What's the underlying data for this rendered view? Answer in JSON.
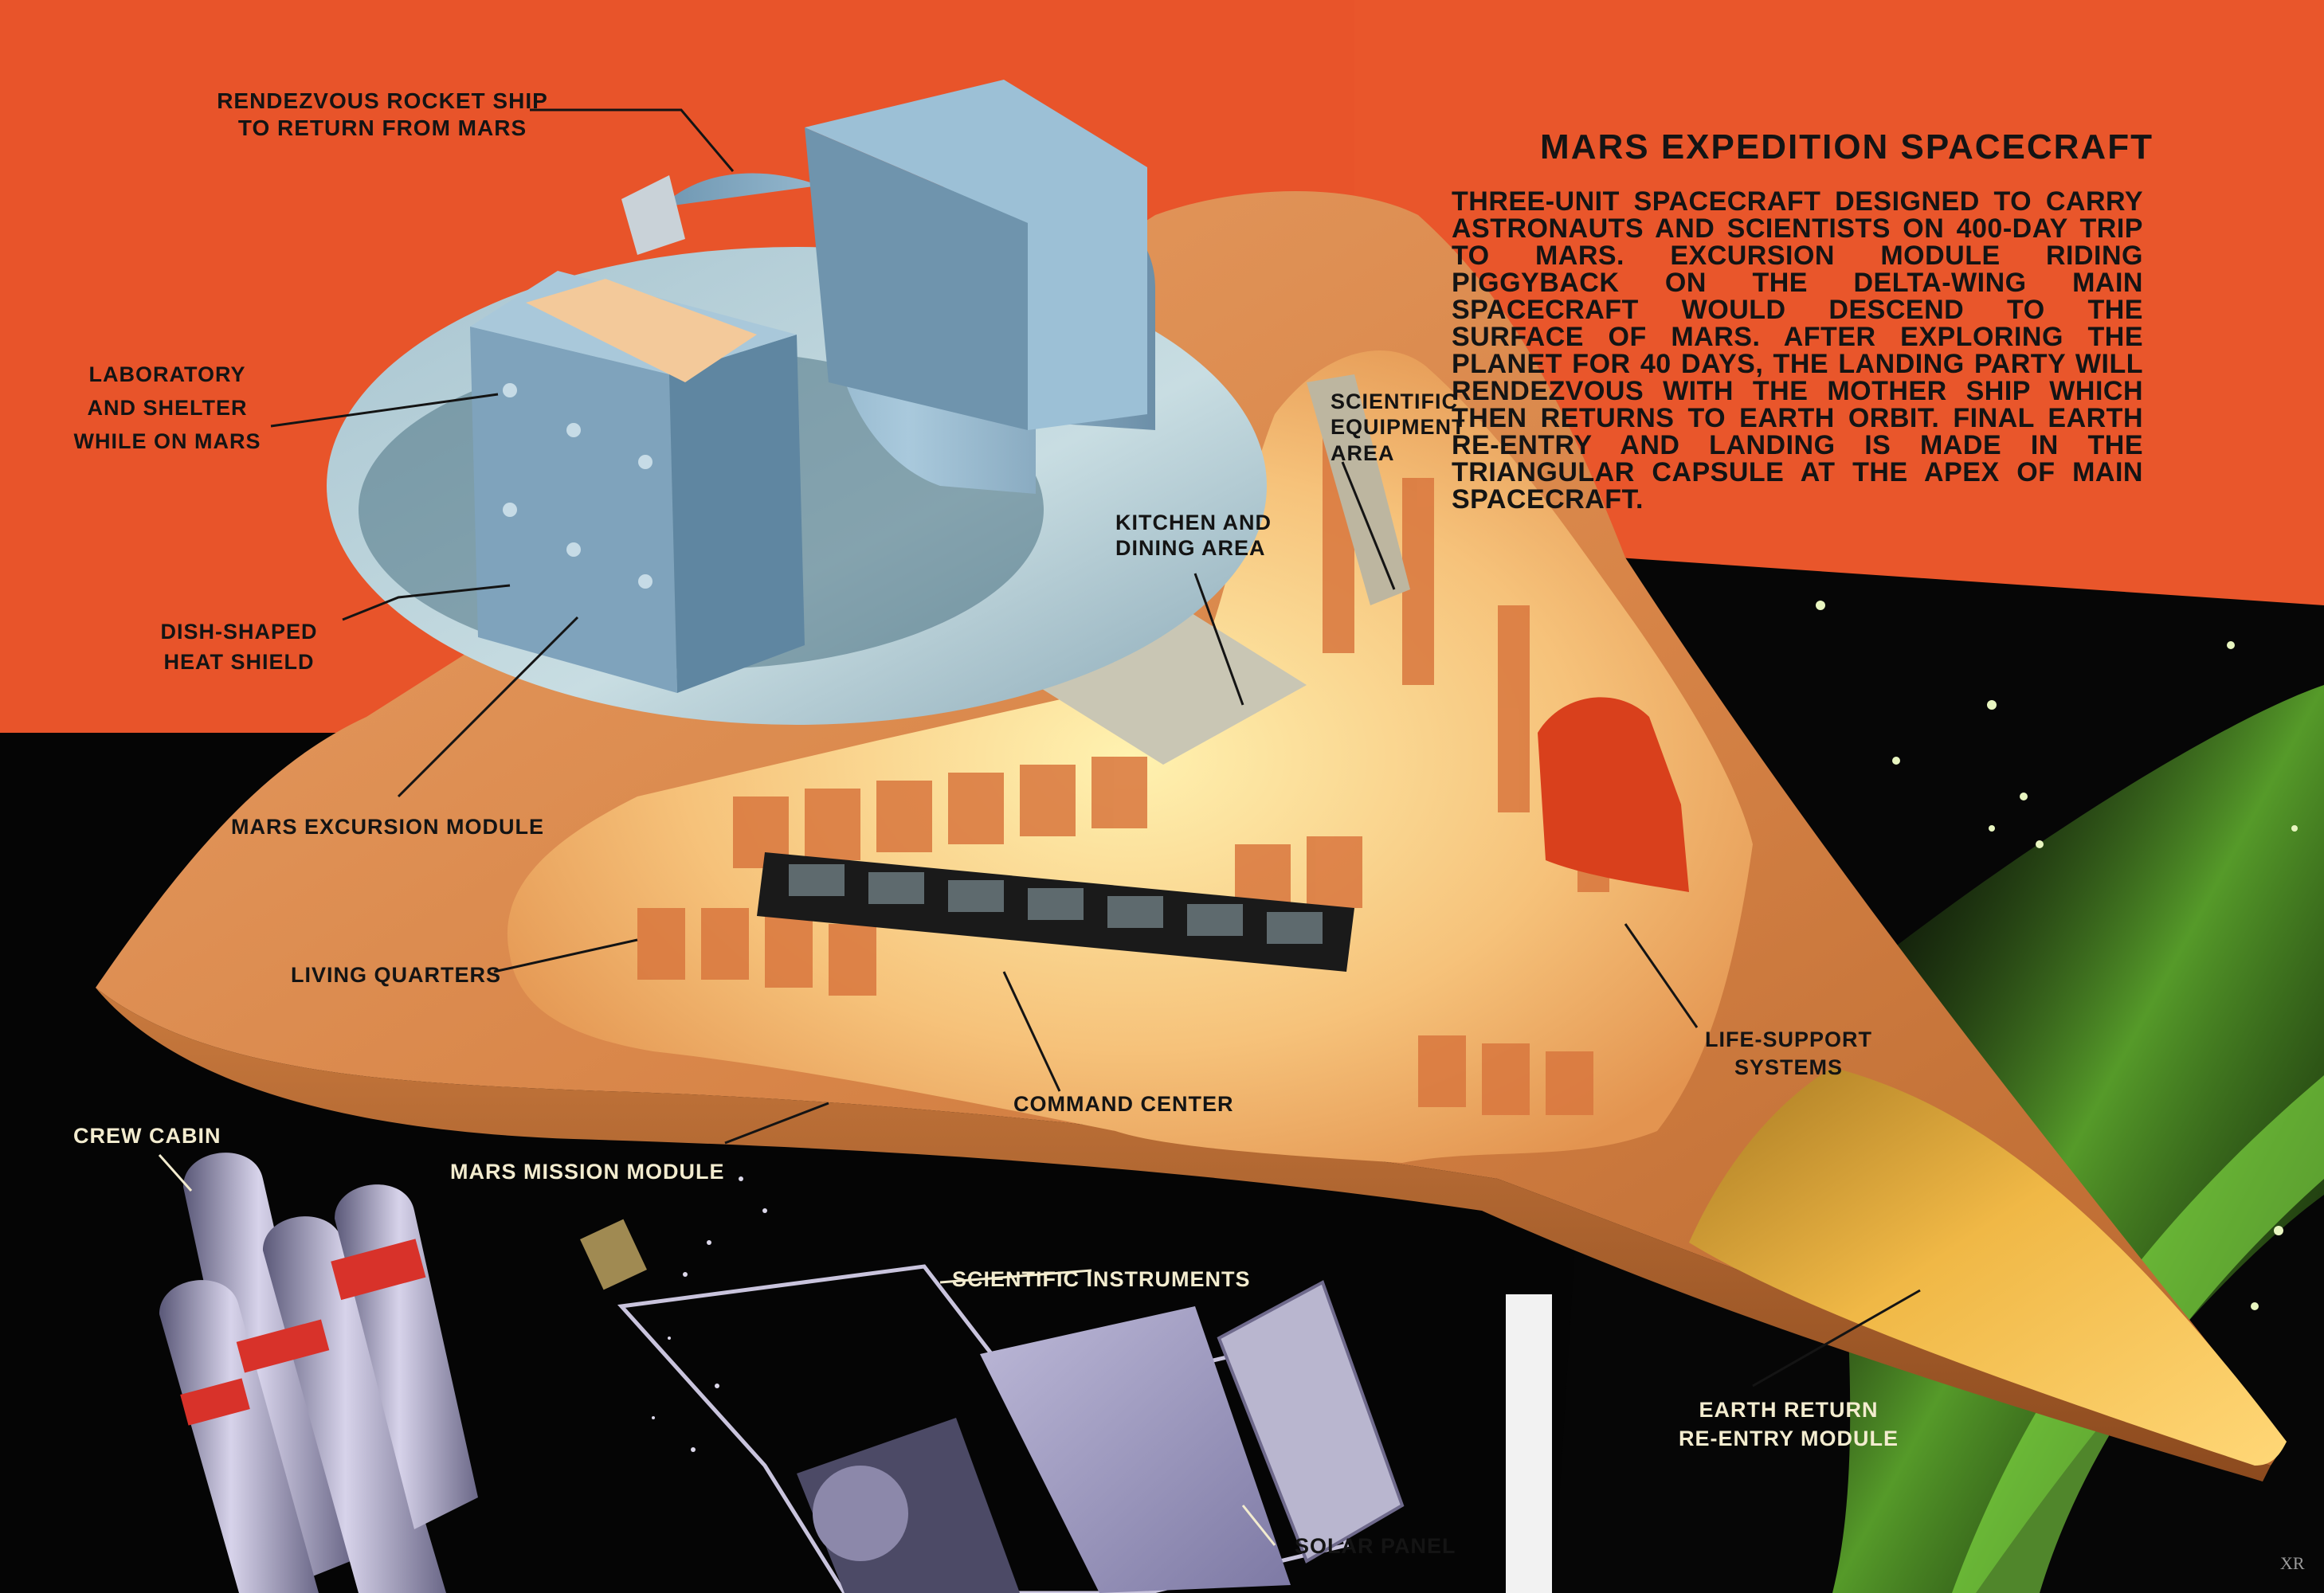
{
  "title": "MARS EXPEDITION SPACECRAFT",
  "description": "THREE-UNIT SPACECRAFT DESIGNED TO CARRY ASTRONAUTS AND SCIENTISTS ON 400-DAY TRIP TO MARS. EXCURSION MODULE RIDING PIGGYBACK ON THE DELTA-WING MAIN SPACECRAFT WOULD DESCEND TO THE SURFACE OF MARS. AFTER EXPLORING THE PLANET FOR 40 DAYS, THE LANDING PARTY WILL RENDEZVOUS WITH THE MOTHER SHIP WHICH THEN RETURNS TO EARTH ORBIT. FINAL EARTH RE-ENTRY AND LANDING IS MADE IN THE TRIANGULAR CAPSULE AT THE APEX OF MAIN SPACECRAFT.",
  "labels": {
    "rendezvous_l1": "RENDEZVOUS ROCKET SHIP",
    "rendezvous_l2": "TO RETURN FROM MARS",
    "laboratory_l1": "LABORATORY",
    "laboratory_l2": "AND SHELTER",
    "laboratory_l3": "WHILE ON MARS",
    "heat_shield_l1": "DISH-SHAPED",
    "heat_shield_l2": "HEAT SHIELD",
    "excursion_module": "MARS EXCURSION MODULE",
    "living_quarters": "LIVING QUARTERS",
    "command_center": "COMMAND CENTER",
    "kitchen_l1": "KITCHEN AND",
    "kitchen_l2": "DINING AREA",
    "sci_equipment_l1": "SCIENTIFIC",
    "sci_equipment_l2": "EQUIPMENT",
    "sci_equipment_l3": "AREA",
    "life_support_l1": "LIFE-SUPPORT",
    "life_support_l2": "SYSTEMS",
    "crew_cabin": "CREW CABIN",
    "mission_module": "MARS MISSION MODULE",
    "sci_instruments": "SCIENTIFIC INSTRUMENTS",
    "solar_panel": "SOLAR PANEL",
    "earth_return_l1": "EARTH RETURN",
    "earth_return_l2": "RE-ENTRY MODULE"
  },
  "signature": "XR",
  "colors": {
    "sky_orange": "#e8542a",
    "space_black": "#050505",
    "wing_tan": "#d98a50",
    "module_blue": "#8fb7cf",
    "cone_gold": "#e6a638",
    "interior_glow": "#f7c98a",
    "aurora_green": "#6fd42c"
  }
}
